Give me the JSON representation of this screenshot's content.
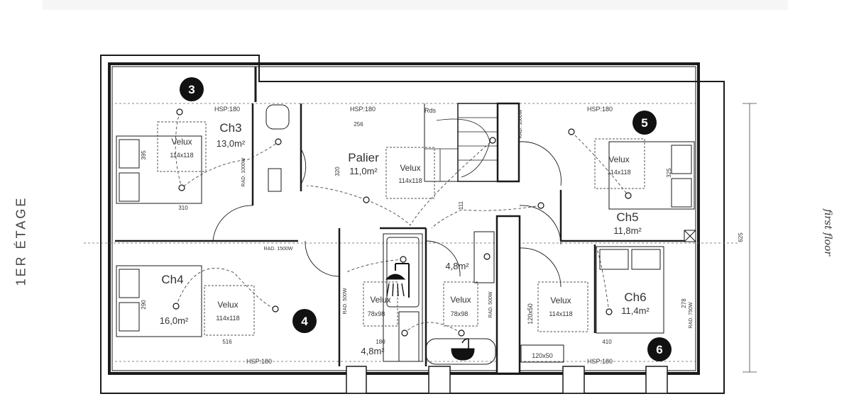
{
  "side_labels": {
    "level": "1ER ÉTAGE",
    "english": "first floor"
  },
  "markers": [
    "3",
    "4",
    "5",
    "6"
  ],
  "rooms": {
    "ch3": {
      "name": "Ch3",
      "area": "13,0m²"
    },
    "palier": {
      "name": "Palier",
      "area": "11,0m²"
    },
    "ch5": {
      "name": "Ch5",
      "area": "11,8m²"
    },
    "ch4": {
      "name": "Ch4",
      "area": "16,0m²"
    },
    "ch6": {
      "name": "Ch6",
      "area": "11,4m²"
    },
    "sdb_a": {
      "area": "4,8m²"
    },
    "sdb_b": {
      "area": "4,8m²"
    }
  },
  "windows": {
    "velux": "Velux",
    "size_large": "114x118",
    "size_small": "78x98",
    "mezz_size": "120x50"
  },
  "annotations": {
    "hsp": "HSP:180",
    "rds": "Rds",
    "radiator_1000": "RAD. 1000W",
    "radiator_1500": "RAD. 1500W",
    "radiator_500": "RAD. 500W",
    "radiator_750": "RAD. 750W"
  },
  "dimensions": {
    "d256": "256",
    "d320": "320",
    "d310": "310",
    "d395": "395",
    "d111": "111",
    "d325": "325",
    "d290": "290",
    "d516": "516",
    "d180": "180",
    "d410": "410",
    "d278": "278",
    "d625": "625"
  }
}
